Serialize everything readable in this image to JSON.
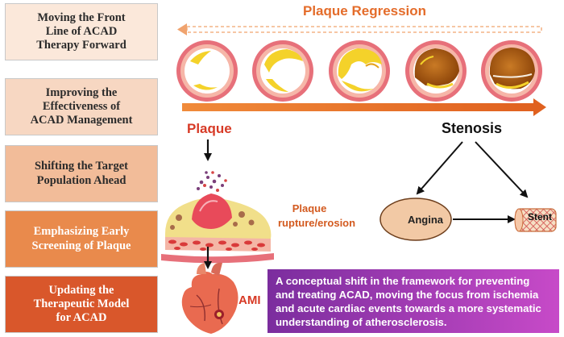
{
  "sidebar": {
    "items": [
      {
        "lines": [
          "Moving the Front",
          "Line of ACAD",
          "Therapy Forward"
        ],
        "bg": "#fbe8da",
        "color": "#2b2b2b"
      },
      {
        "lines": [
          "Improving the",
          "Effectiveness of",
          "ACAD Management"
        ],
        "bg": "#f7d7c2",
        "color": "#2b2b2b"
      },
      {
        "lines": [
          "Shifting the Target",
          "Population Ahead"
        ],
        "bg": "#f2bc99",
        "color": "#2b2b2b"
      },
      {
        "lines": [
          "Emphasizing Early",
          "Screening of Plaque"
        ],
        "bg": "#e98a4c",
        "color": "#ffffff"
      },
      {
        "lines": [
          "Updating the",
          "Therapeutic Model",
          "for ACAD"
        ],
        "bg": "#d9572b",
        "color": "#ffffff"
      }
    ]
  },
  "diagram": {
    "title": "Plaque Regression",
    "plaque_label": "Plaque",
    "stenosis_label": "Stenosis",
    "rupture_label_line1": "Plaque",
    "rupture_label_line2": "rupture/erosion",
    "angina_label": "Angina",
    "stent_label": "Stent",
    "ami_label": "AMI",
    "callout": "A conceptual shift in the framework for preventing and treating ACAD, moving the focus from ischemia and acute cardiac events towards a more systematic understanding of atherosclerosis."
  },
  "colors": {
    "accent_orange": "#e46c2a",
    "red_label": "#d73a26",
    "vessel_wall": "#e7707a",
    "plaque_yellow": "#f4d22a",
    "plaque_brown": "#a9560f",
    "callout_start": "#7b2d9e",
    "callout_end": "#c74ac8"
  }
}
